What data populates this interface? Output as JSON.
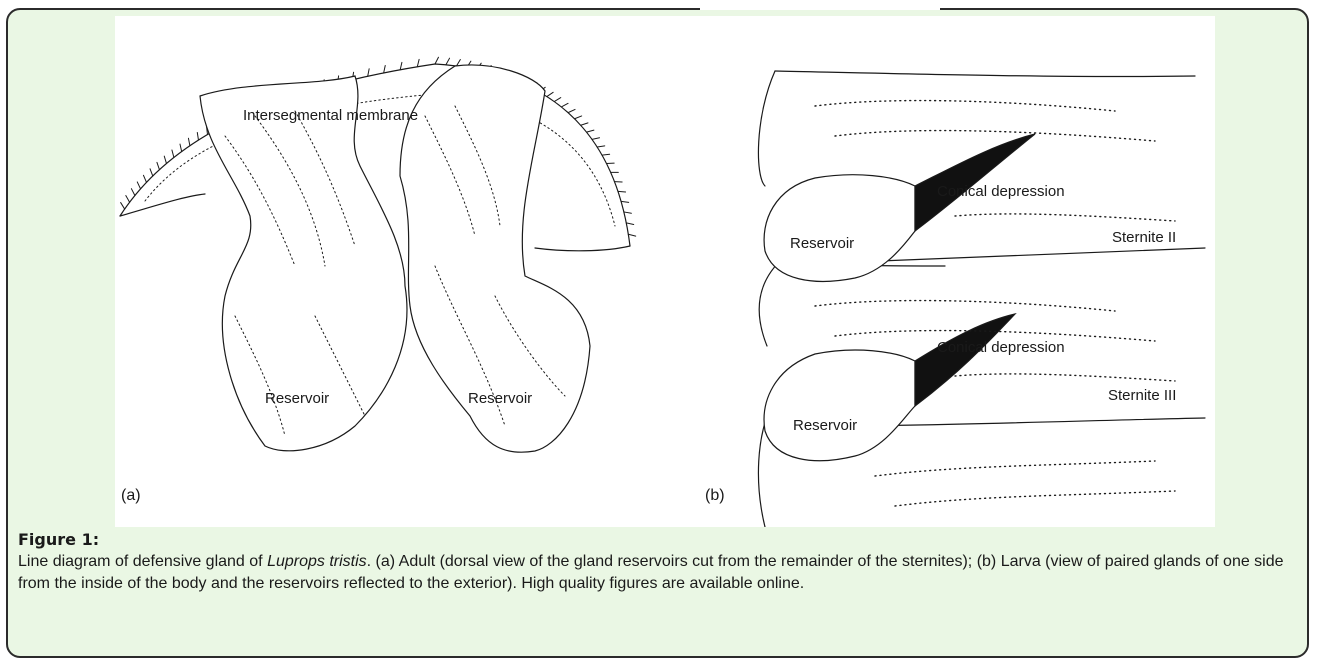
{
  "figure": {
    "panel_a": {
      "label": "(a)",
      "membrane": "Intersegmental membrane",
      "reservoir_left": "Reservoir",
      "reservoir_right": "Reservoir"
    },
    "panel_b": {
      "label": "(b)",
      "depression_upper": "Conical depression",
      "depression_lower": "Conical depression",
      "reservoir_upper": "Reservoir",
      "reservoir_lower": "Reservoir",
      "sternite_2": "Sternite II",
      "sternite_3": "Sternite III"
    }
  },
  "caption": {
    "title": "Figure 1:",
    "text_1": "Line diagram of defensive gland of ",
    "species": "Luprops tristis",
    "text_2": ". (a) Adult (dorsal view of the gland reservoirs cut from the remainder of the sternites); (b) Larva (view of paired glands of one side from the inside of the body and the reservoirs reflected to the exterior). High quality figures are available online."
  },
  "colors": {
    "background": "#eaf7e4",
    "border": "#2b2b2b",
    "ink": "#1a1a1a"
  }
}
